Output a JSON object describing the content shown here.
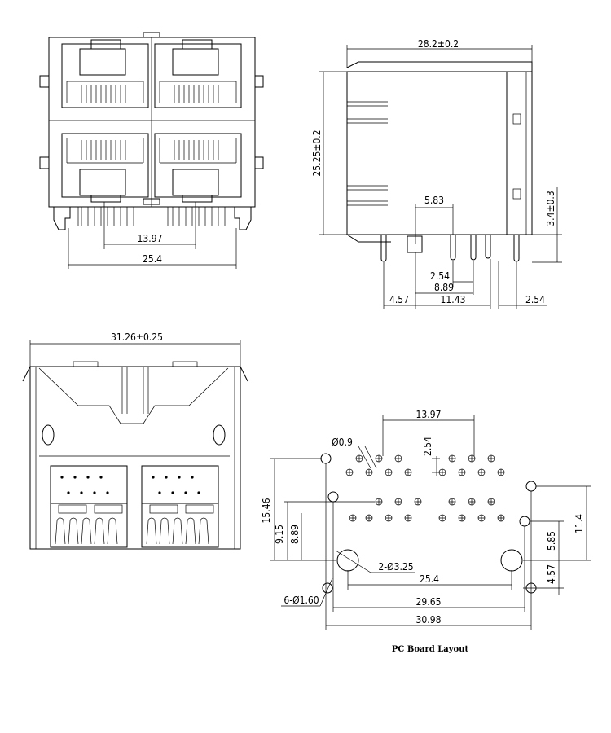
{
  "front_view": {
    "dim_pitch": "13.97",
    "dim_pin_span": "25.4"
  },
  "side_view": {
    "dim_length": "28.2±0.2",
    "dim_height": "25.25±0.2",
    "dim_pin_offset": "5.83",
    "dim_standoff": "3.4±0.3",
    "dim_pin_pitch_a": "2.54",
    "dim_pin_row": "8.89",
    "dim_rear_a": "4.57",
    "dim_rear_b": "11.43",
    "dim_rear_c": "2.54"
  },
  "top_view": {
    "dim_width": "31.26±0.25"
  },
  "pcb_layout": {
    "caption": "PC Board Layout",
    "dim_pin_hole": "Ø0.9",
    "dim_top_span": "13.97",
    "dim_top_pitch": "2.54",
    "dim_v_1546": "15.46",
    "dim_v_915": "9.15",
    "dim_v_889": "8.89",
    "dim_v_114": "11.4",
    "dim_v_585": "5.85",
    "dim_v_457": "4.57",
    "dim_big_hole": "2-Ø3.25",
    "dim_small_hole": "6-Ø1.60",
    "dim_h_254": "25.4",
    "dim_h_2965": "29.65",
    "dim_h_3098": "30.98"
  }
}
